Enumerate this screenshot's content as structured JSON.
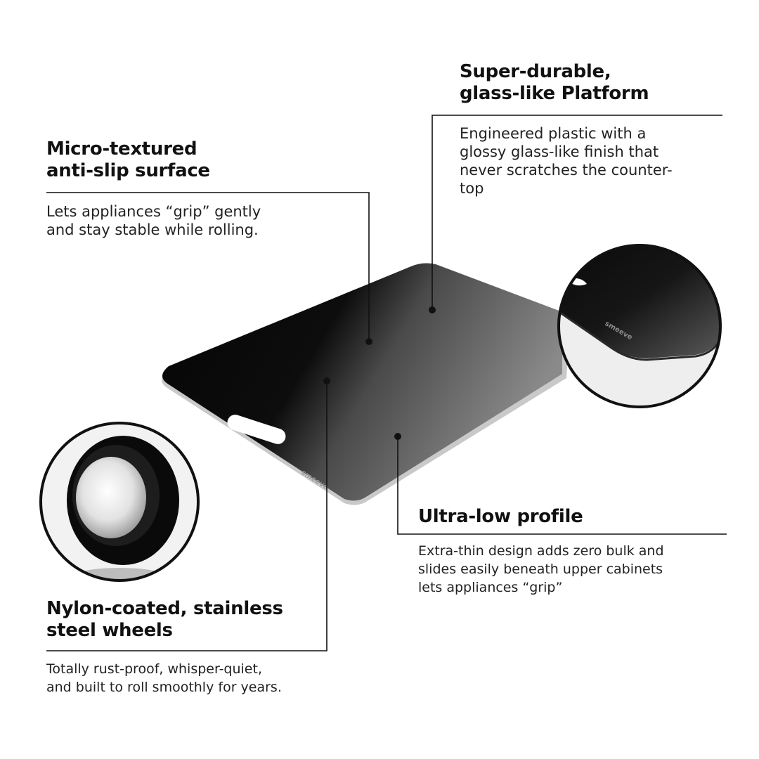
{
  "features": {
    "surface": {
      "heading_lines": [
        "Micro-textured",
        "anti-slip surface"
      ],
      "body_lines": [
        "Lets appliances “grip” gently",
        "and stay stable while rolling."
      ]
    },
    "platform": {
      "heading_lines": [
        "Super-durable,",
        "glass-like Platform"
      ],
      "body_lines": [
        "Engineered plastic with a",
        "glossy glass-like finish that",
        "never scratches the counter-",
        "top"
      ]
    },
    "profile": {
      "heading_lines": [
        "Ultra-low profile"
      ],
      "body_lines": [
        "Extra-thin design adds zero bulk and",
        "slides easily beneath upper cabinets",
        "lets appliances “grip”"
      ]
    },
    "wheels": {
      "heading_lines": [
        "Nylon-coated, stainless",
        "steel wheels"
      ],
      "body_lines": [
        "Totally rust-proof, whisper-quiet,",
        "and built to roll smoothly for years."
      ]
    }
  },
  "product": {
    "brand_mark": "smeeve",
    "board_color": "#0b0b0b",
    "highlight_color": "#7a7a7a"
  },
  "colors": {
    "text": "#111111",
    "line": "#111111",
    "background": "#ffffff"
  }
}
